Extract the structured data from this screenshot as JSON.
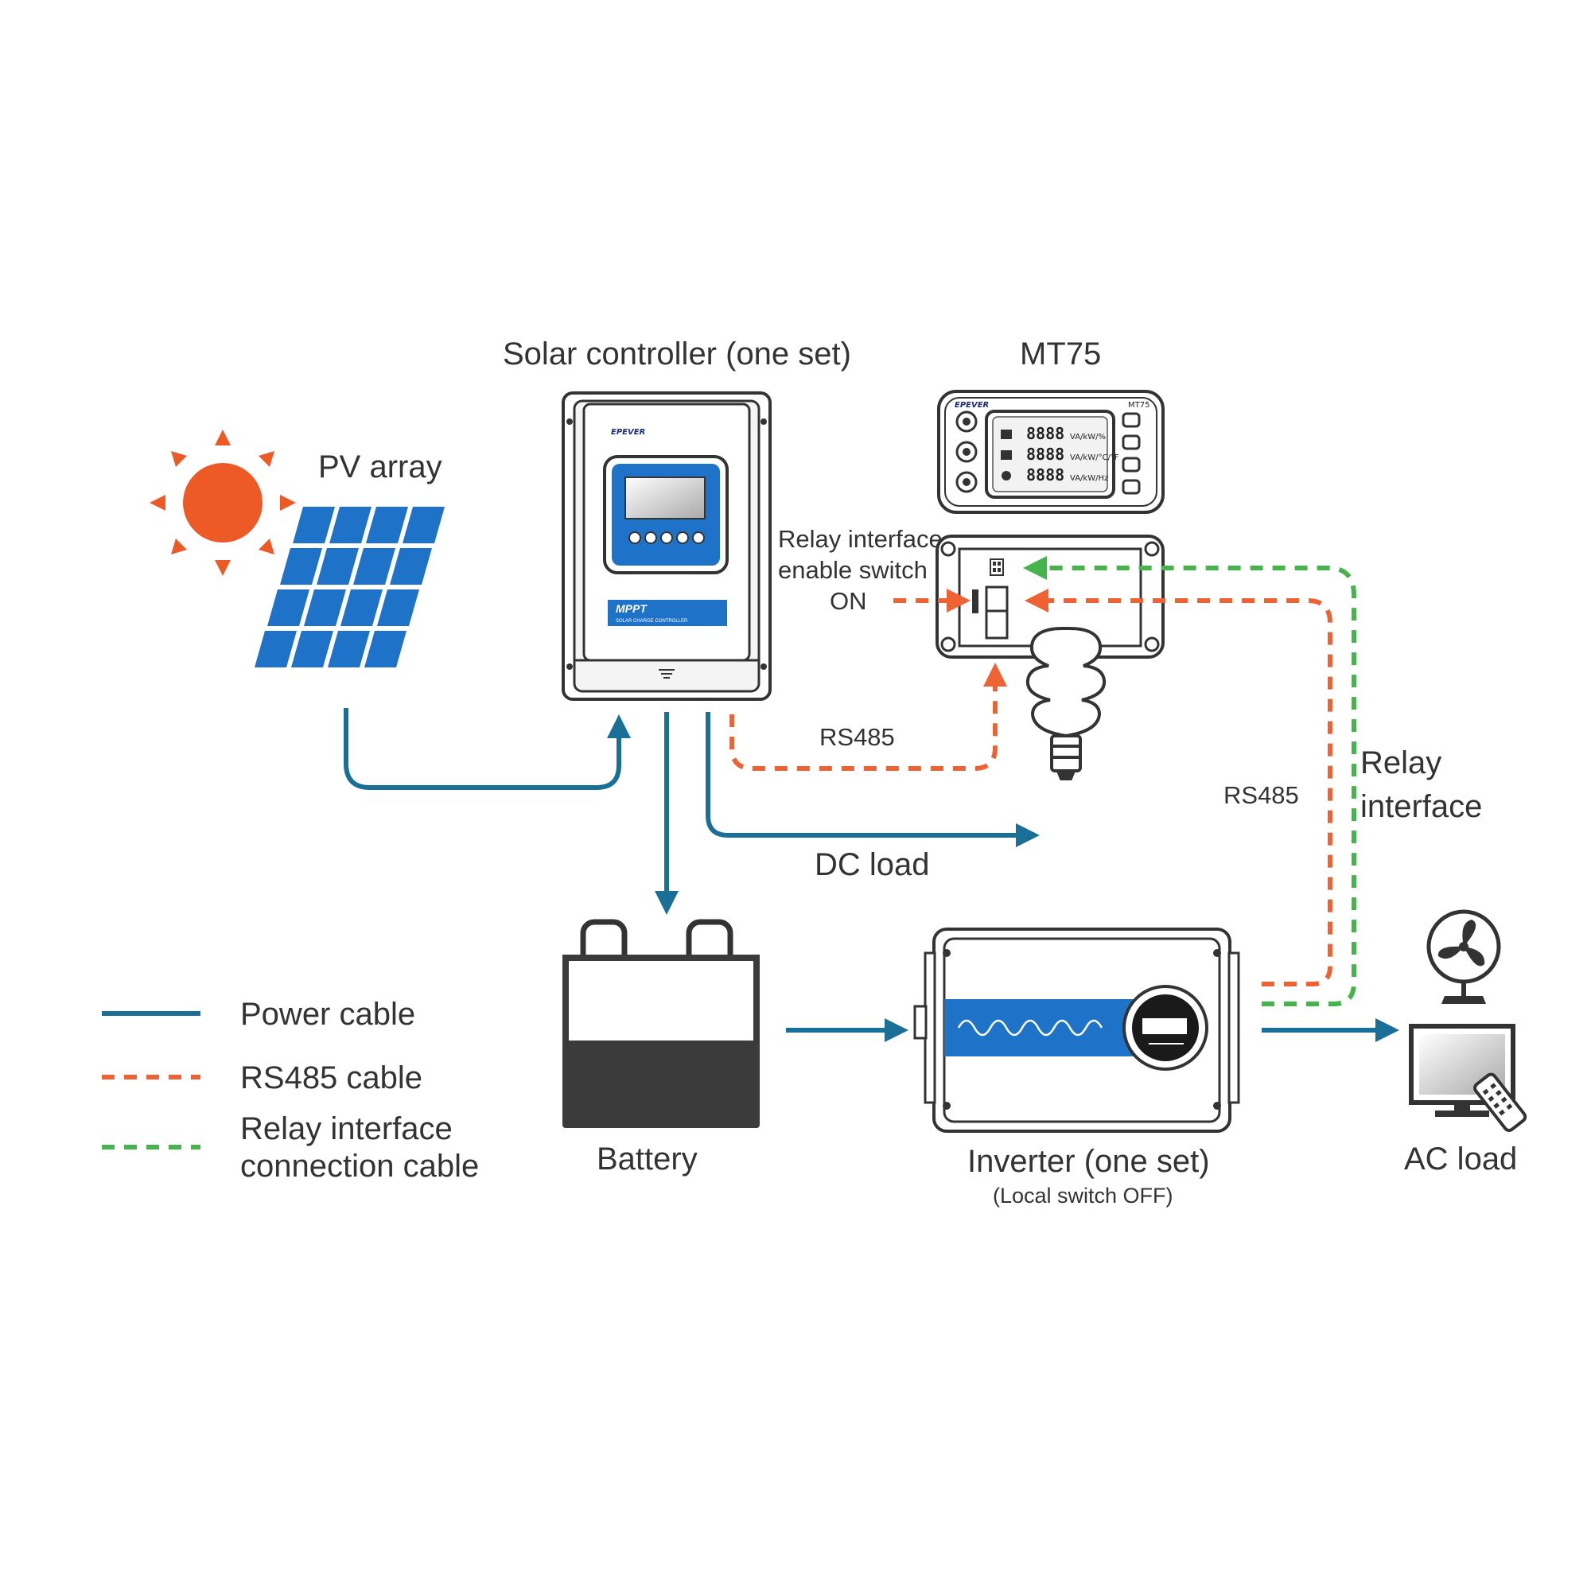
{
  "colors": {
    "power_cable": "#1a6f96",
    "rs485_cable": "#ee6233",
    "relay_cable": "#45b44a",
    "sun": "#ee5a26",
    "panel": "#1e73c9",
    "device_blue": "#1e73c9",
    "battery": "#3b3b3b"
  },
  "labels": {
    "solar_controller": "Solar controller (one set)",
    "mt75": "MT75",
    "pv_array": "PV array",
    "relay_switch_line1": "Relay interface",
    "relay_switch_line2": "enable switch",
    "relay_switch_line3": "ON",
    "rs485_top": "RS485",
    "rs485_side": "RS485",
    "relay_interface_line1": "Relay",
    "relay_interface_line2": "interface",
    "dc_load": "DC load",
    "battery": "Battery",
    "inverter": "Inverter (one set)",
    "inverter_sub": "(Local switch OFF)",
    "ac_load": "AC load"
  },
  "controller": {
    "brand": "EPEVER",
    "badge": "MPPT",
    "badge_sub": "SOLAR CHARGE CONTROLLER"
  },
  "mt75_display": {
    "brand": "EPEVER",
    "model": "MT75",
    "rows": [
      "8888",
      "8888",
      "8888"
    ],
    "units": [
      "VA/kW/%",
      "VA/kW/°C/°F",
      "VA/kW/Hz"
    ]
  },
  "legend": [
    {
      "key": "power",
      "label_lines": [
        "Power cable"
      ]
    },
    {
      "key": "rs485",
      "label_lines": [
        "RS485 cable"
      ]
    },
    {
      "key": "relay",
      "label_lines": [
        "Relay interface",
        "connection cable"
      ]
    }
  ],
  "icons": {
    "sun": "sun-icon",
    "pv": "solar-panel-icon",
    "controller": "solar-controller-icon",
    "mt75": "mt75-meter-icon",
    "relay_module": "relay-module-icon",
    "bulb": "light-bulb-icon",
    "battery": "battery-icon",
    "inverter": "inverter-icon",
    "fan": "fan-icon",
    "tv": "monitor-icon",
    "remote": "remote-control-icon"
  }
}
